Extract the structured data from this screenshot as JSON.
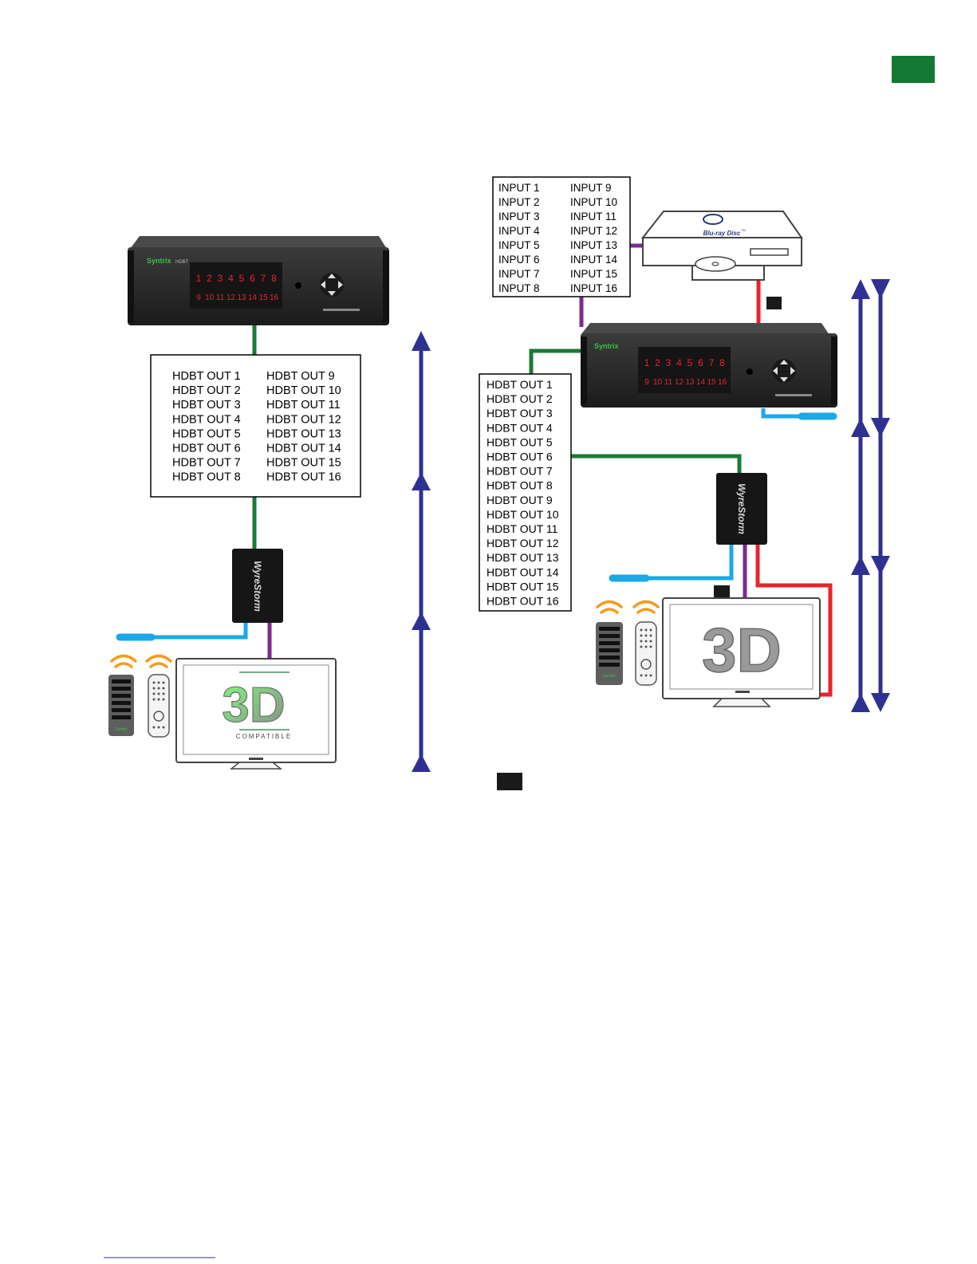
{
  "colors": {
    "corner_badge": "#137a34",
    "cable_green": "#1b7a36",
    "cable_purple": "#7b2b8f",
    "cable_blue": "#1aa9e6",
    "cable_red": "#e8232f",
    "arrow_navy": "#2e3192",
    "device_body": "#2a2a2a",
    "led_red": "#e8232f",
    "ir_orange": "#f39c1e"
  },
  "left": {
    "matrix_logo": "Syntrix",
    "matrix_model": "HDBT",
    "outputs_col1": [
      "HDBT OUT 1",
      "HDBT OUT 2",
      "HDBT OUT 3",
      "HDBT OUT 4",
      "HDBT OUT 5",
      "HDBT OUT 6",
      "HDBT OUT 7",
      "HDBT OUT 8"
    ],
    "outputs_col2": [
      "HDBT OUT 9",
      "HDBT OUT 10",
      "HDBT OUT 11",
      "HDBT OUT 12",
      "HDBT OUT 13",
      "HDBT OUT 14",
      "HDBT OUT 15",
      "HDBT OUT 16"
    ],
    "receiver_brand": "WyreStorm",
    "tv_3d_text": "3D",
    "tv_caption": "COMPATIBLE",
    "remote_brand": "Syntrix"
  },
  "right": {
    "inputs_col1": [
      "INPUT 1",
      "INPUT 2",
      "INPUT 3",
      "INPUT 4",
      "INPUT 5",
      "INPUT 6",
      "INPUT 7",
      "INPUT 8"
    ],
    "inputs_col2": [
      "INPUT 9",
      "INPUT 10",
      "INPUT 11",
      "INPUT 12",
      "INPUT 13",
      "INPUT 14",
      "INPUT 15",
      "INPUT 16"
    ],
    "bluray_logo": "Blu-ray Disc",
    "bluray_tm": "TM",
    "matrix_logo": "Syntrix",
    "outputs": [
      "HDBT OUT 1",
      "HDBT OUT 2",
      "HDBT OUT 3",
      "HDBT OUT 4",
      "HDBT OUT 5",
      "HDBT OUT 6",
      "HDBT OUT 7",
      "HDBT OUT 8",
      "HDBT OUT 9",
      "HDBT OUT 10",
      "HDBT OUT 11",
      "HDBT OUT 12",
      "HDBT OUT 13",
      "HDBT OUT 14",
      "HDBT OUT 15",
      "HDBT OUT 16"
    ],
    "receiver_brand": "WyreStorm",
    "tv_3d_text": "3D",
    "remote_brand": "Syntrix"
  },
  "led_row1": [
    "1",
    "2",
    "3",
    "4",
    "5",
    "6",
    "7",
    "8"
  ],
  "led_row2": [
    "9",
    "10",
    "11",
    "12",
    "13",
    "14",
    "15",
    "16"
  ]
}
